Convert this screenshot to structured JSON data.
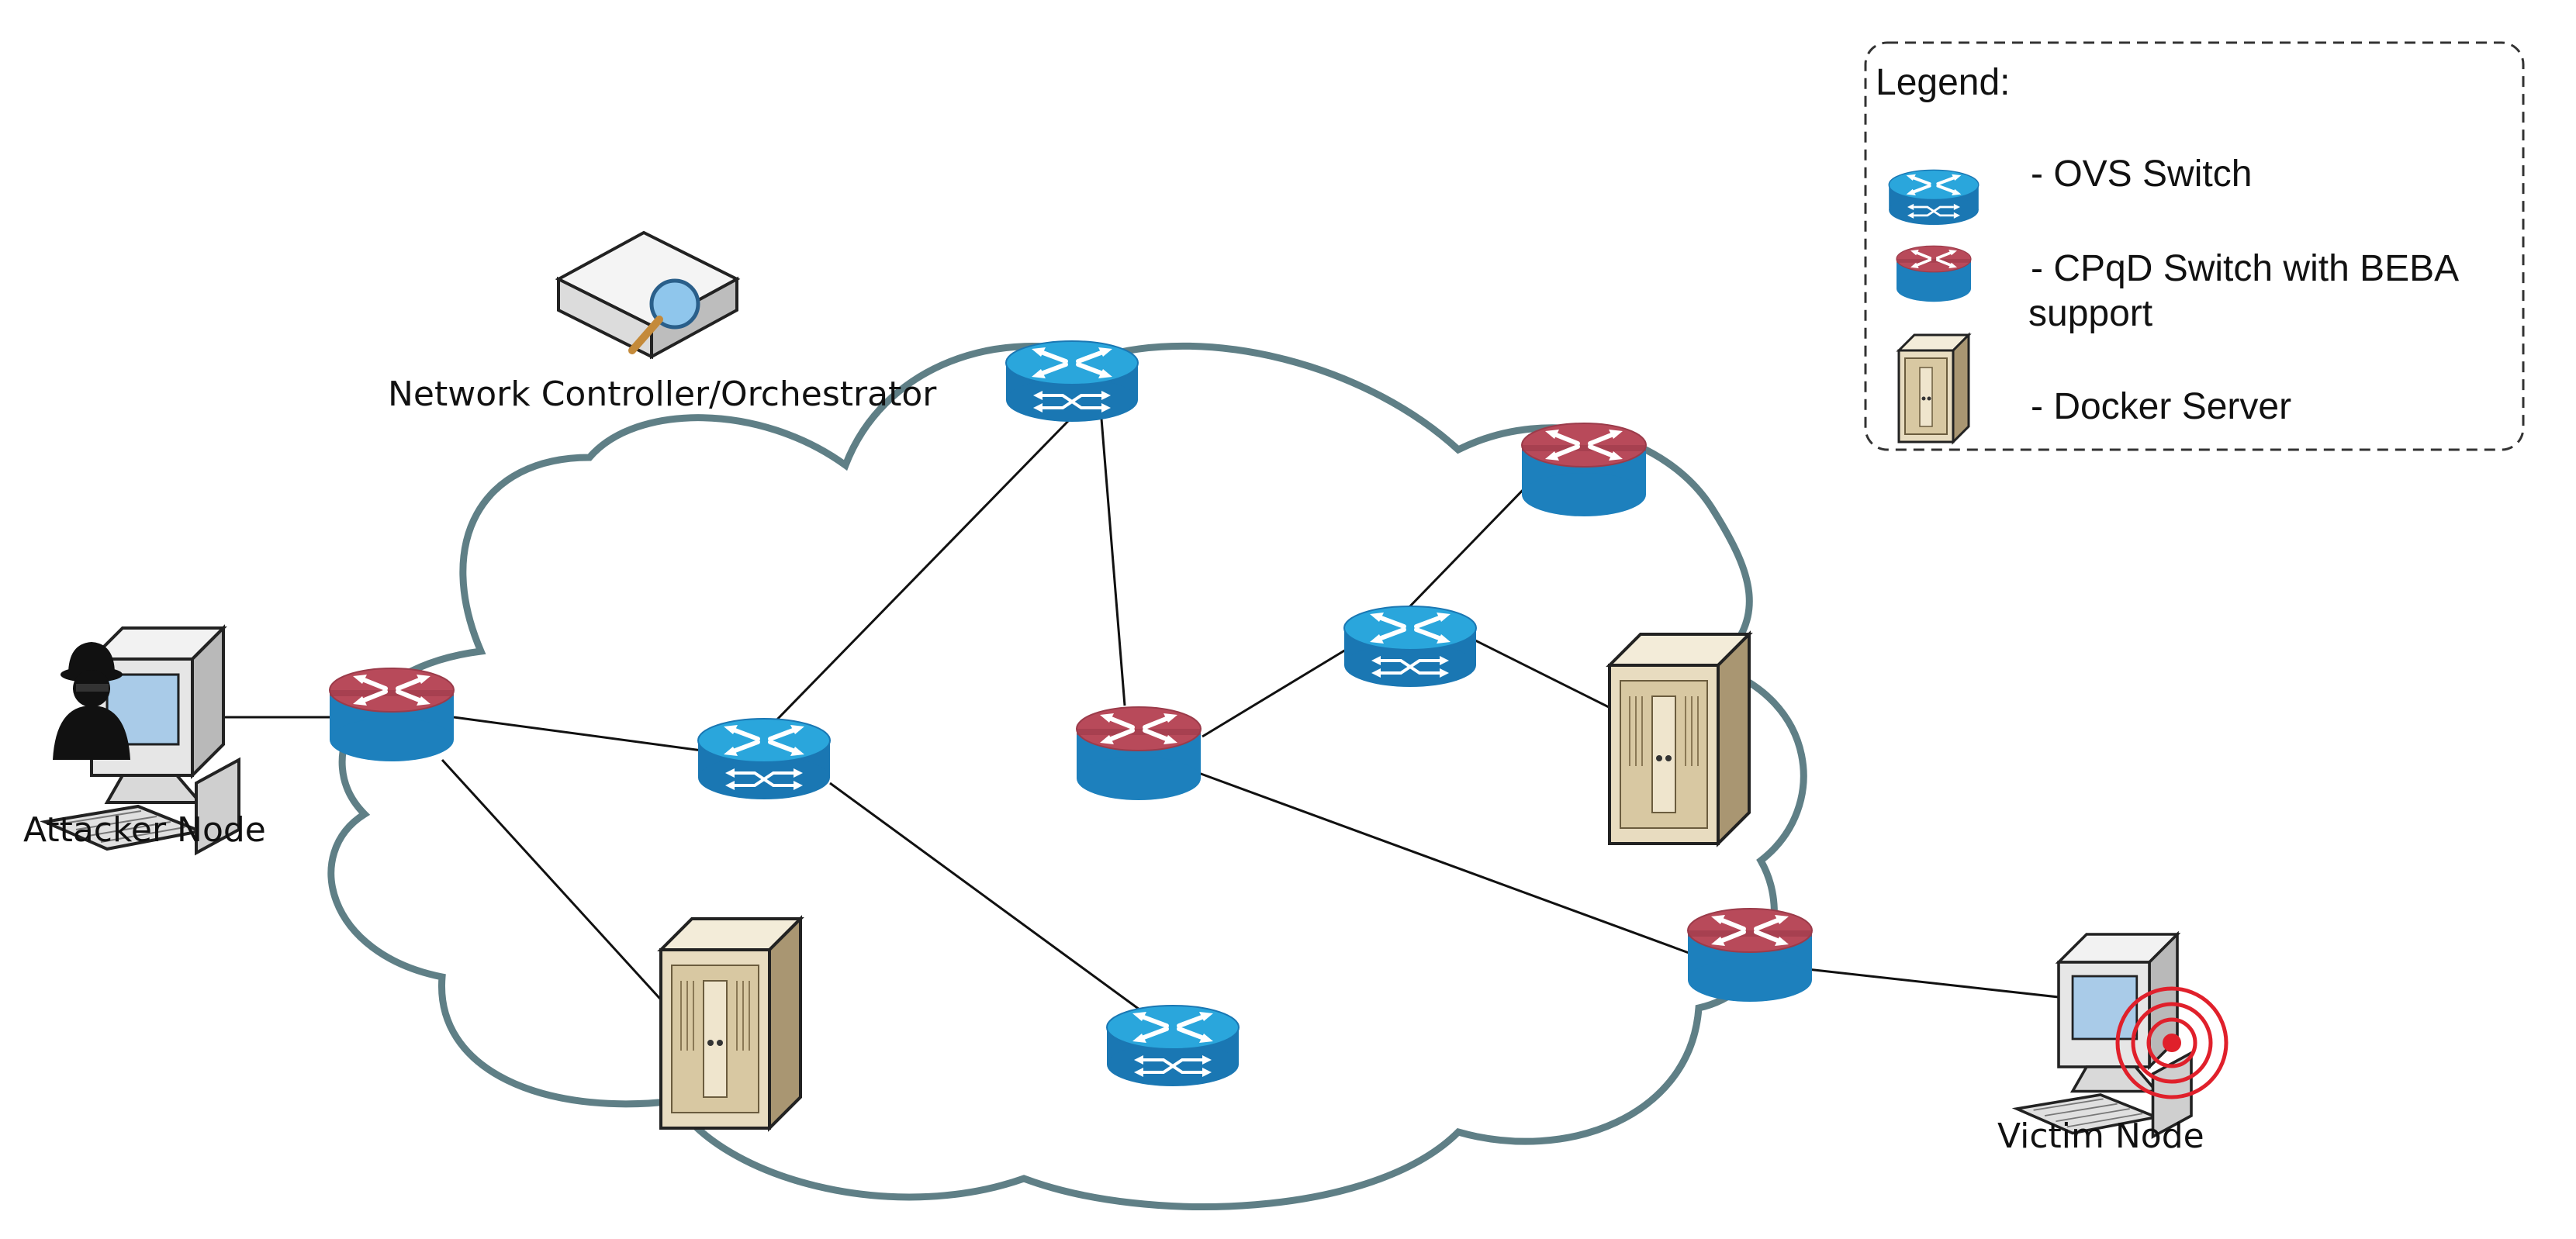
{
  "labels": {
    "controller": "Network Controller/Orchestrator",
    "attacker": "Attacker Node",
    "victim": "Victim Node"
  },
  "legend": {
    "title": "Legend:",
    "ovs": "- OVS Switch",
    "cpqd_line1": "- CPqD Switch with BEBA",
    "cpqd_line2": "support",
    "docker": "- Docker Server"
  },
  "colors": {
    "cloud_stroke": "#5f7f86",
    "ovs_body": "#1d80bd",
    "ovs_top": "#2aa6dc",
    "cpqd_top": "#b84a5a",
    "cpqd_body": "#1d80bd",
    "target_red": "#e0202b"
  },
  "icons": {
    "ovs": "ovs-switch-icon",
    "cpqd": "cpqd-switch-icon",
    "docker": "docker-server-icon",
    "controller": "controller-icon",
    "attacker": "attacker-computer-icon",
    "victim": "victim-computer-icon"
  }
}
